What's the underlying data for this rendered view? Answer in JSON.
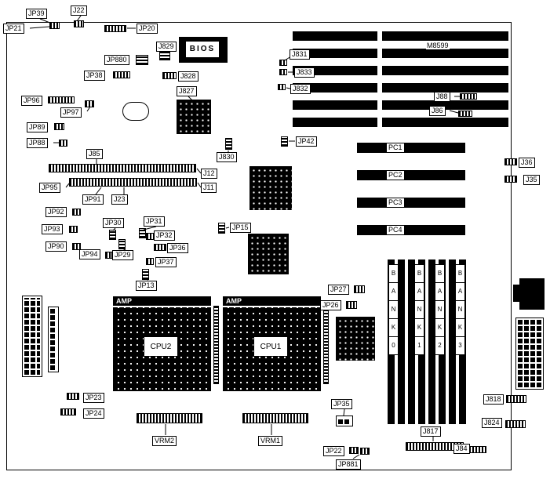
{
  "board": {
    "part_number": "M8599"
  },
  "bios": {
    "label": "BIOS"
  },
  "cpu_sockets": [
    {
      "vendor": "AMP",
      "cpu": "CPU2"
    },
    {
      "vendor": "AMP",
      "cpu": "CPU1"
    }
  ],
  "pc_slots": [
    "PC1",
    "PC2",
    "PC3",
    "PC4"
  ],
  "memory_banks": [
    [
      "B",
      "A",
      "N",
      "K",
      "0"
    ],
    [
      "B",
      "A",
      "N",
      "K",
      "1"
    ],
    [
      "B",
      "A",
      "N",
      "K",
      "2"
    ],
    [
      "B",
      "A",
      "N",
      "K",
      "3"
    ]
  ],
  "labels": {
    "jumper_ids": [
      "JP39",
      "J22",
      "JP21",
      "JP20",
      "J829",
      "JP880",
      "JP38",
      "J828",
      "J827",
      "JP96",
      "JP97",
      "JP89",
      "JP88",
      "J831",
      "J833",
      "J832",
      "J88",
      "J86",
      "JP42",
      "J830",
      "J85",
      "J12",
      "J11",
      "JP95",
      "JP91",
      "J23",
      "J36",
      "J35",
      "JP92",
      "JP93",
      "JP90",
      "JP94",
      "JP30",
      "JP31",
      "JP32",
      "JP36",
      "JP29",
      "JP37",
      "JP13",
      "JP15",
      "JP27",
      "JP26",
      "JP23",
      "JP24",
      "JP35",
      "J818",
      "J824",
      "VRM2",
      "VRM1",
      "J817",
      "JP22",
      "JP881",
      "J84"
    ]
  }
}
